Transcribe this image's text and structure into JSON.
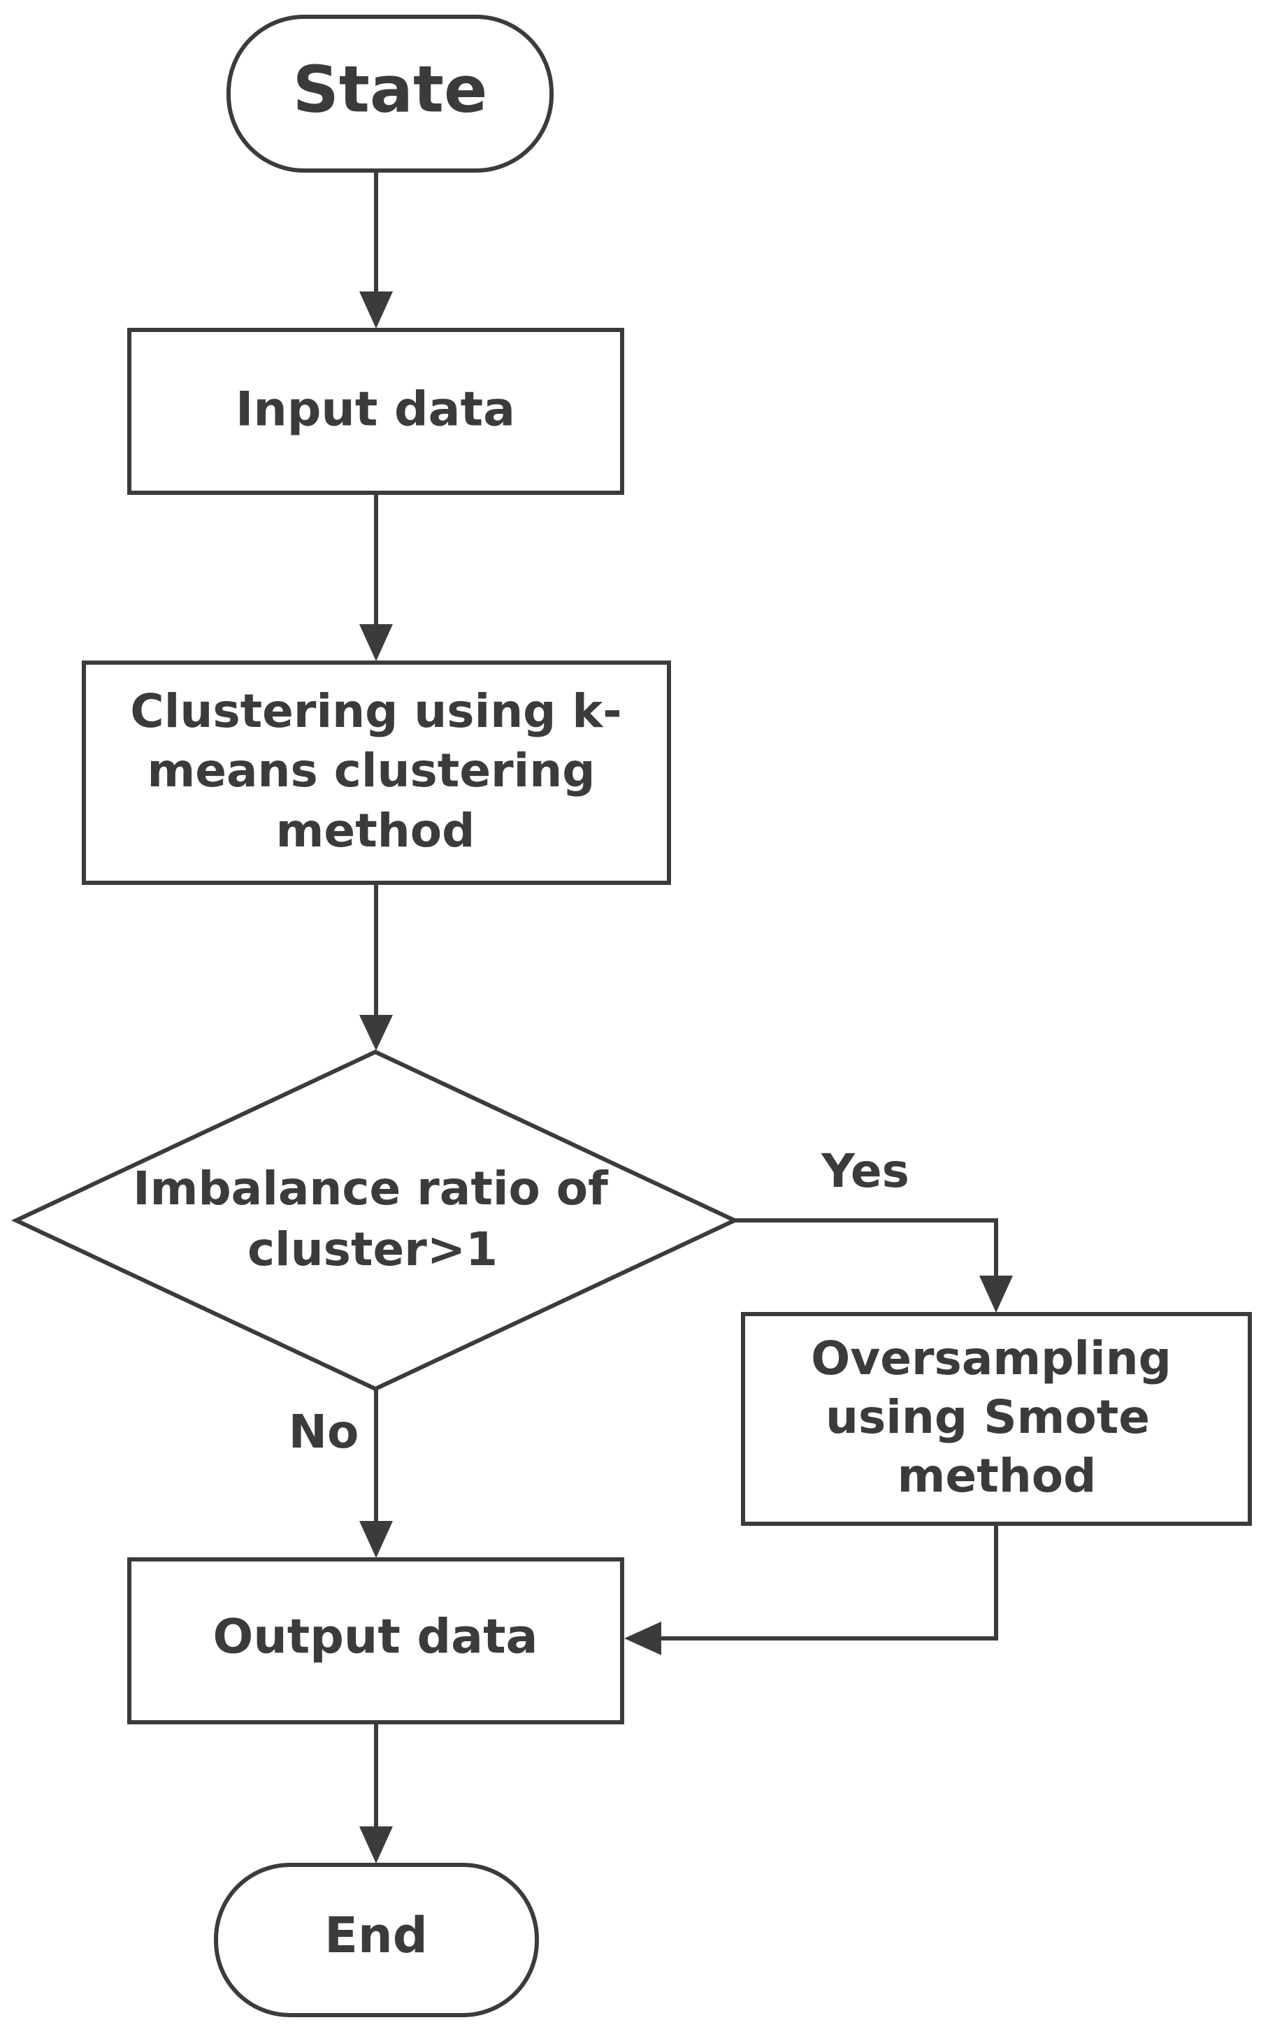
{
  "diagram": {
    "nodes": {
      "start": "State",
      "input": "Input data",
      "cluster": [
        "Clustering using k-",
        "means clustering",
        "method"
      ],
      "decision": [
        "Imbalance ratio of",
        "cluster>1"
      ],
      "oversample": [
        "Oversampling",
        "using Smote",
        "method"
      ],
      "output": "Output data",
      "end": "End"
    },
    "edges": {
      "yes": "Yes",
      "no": "No"
    },
    "colors": {
      "stroke": "#3b3b3b",
      "fill": "#ffffff",
      "background": "#ffffff"
    }
  }
}
